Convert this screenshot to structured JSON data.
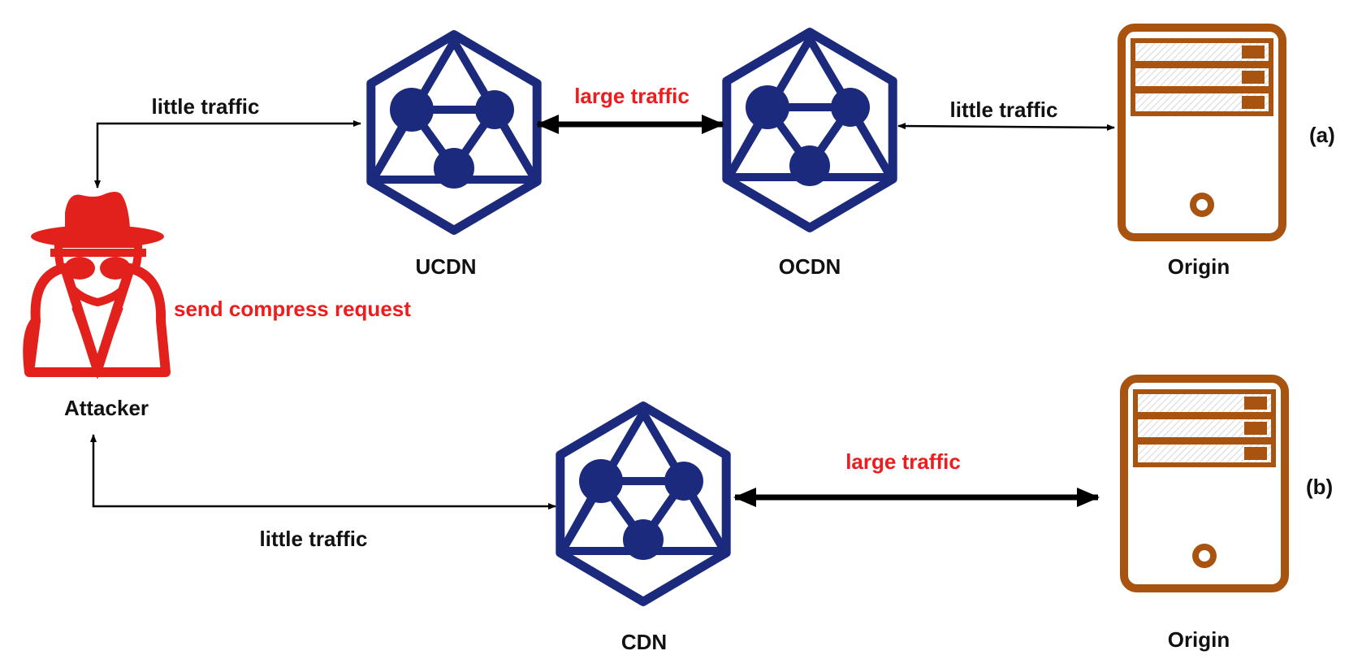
{
  "colors": {
    "cdn_blue": "#1b2a7c",
    "attacker_red": "#e2201c",
    "server_brown": "#a85410",
    "arrow_black": "#000000",
    "label_red": "#ee1c1c"
  },
  "icons": {
    "attacker": "spy-attacker-icon",
    "cdn": "cdn-network-hexagon-icon",
    "server": "origin-server-icon"
  },
  "nodes": {
    "attacker": "Attacker",
    "ucdn": "UCDN",
    "ocdn": "OCDN",
    "origin_a": "Origin",
    "cdn": "CDN",
    "origin_b": "Origin"
  },
  "edges": {
    "attacker_to_ucdn": "little traffic",
    "ucdn_to_ocdn": "large traffic",
    "ocdn_to_origin": "little traffic",
    "attacker_to_cdn": "little traffic",
    "cdn_to_origin": "large traffic",
    "attacker_action": "send compress request"
  },
  "panels": {
    "a": "(a)",
    "b": "(b)"
  }
}
